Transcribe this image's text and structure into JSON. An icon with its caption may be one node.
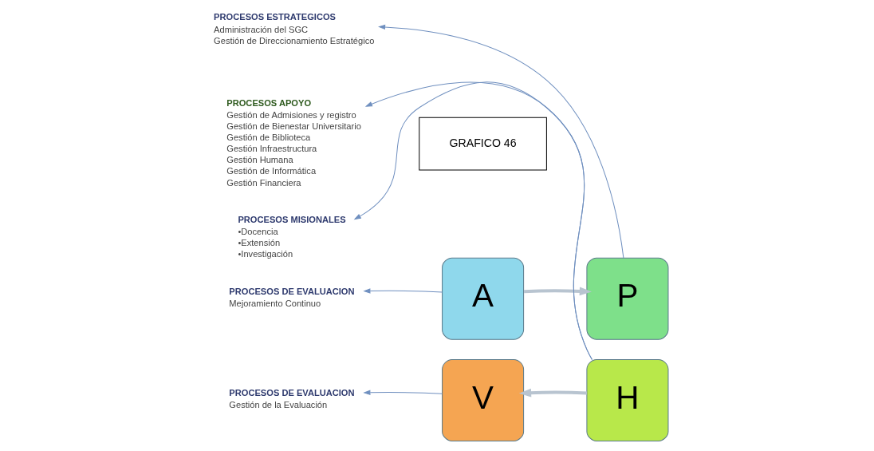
{
  "diagram": {
    "nodes": [
      {
        "text": [
          "A"
        ]
      },
      {
        "text": [
          "P"
        ]
      },
      {
        "text": [
          "V"
        ]
      },
      {
        "text": [
          "H"
        ]
      },
      {
        "text": [
          "PROCESOS DE EVALUACION",
          "Mejoramiento Continuo"
        ]
      },
      {
        "text": [
          "PROCESOS ESTRATEGICOS",
          "Administración del SGC",
          "Gestión de Direccionamiento Estratégico"
        ]
      },
      {
        "text": [
          "PROCESOS MISIONALES",
          "•Docencia",
          "•Extensión",
          "•Investigación"
        ]
      },
      {
        "text": [
          "PROCESOS DE EVALUACION",
          "Gestión de la Evaluación"
        ]
      },
      {
        "text": [
          "PROCESOS APOYO",
          "Gestión de Admisiones y registro",
          "Gestión de Bienestar Universitario",
          "Gestión de Biblioteca",
          "Gestión Infraestructura",
          "Gestión Humana",
          "Gestión de Informática",
          "Gestión Financiera"
        ]
      },
      {
        "text": [
          "GRAFICO 46"
        ]
      }
    ],
    "edges": [
      {
        "from": 0,
        "to": 4,
        "arrow": "to"
      },
      {
        "from": 1,
        "to": 5,
        "arrow": "to"
      },
      {
        "from": 3,
        "to": 6,
        "arrow": "to"
      },
      {
        "from": 2,
        "to": 7,
        "arrow": "to"
      },
      {
        "from": 3,
        "to": 8,
        "arrow": "to"
      },
      {
        "from": 0,
        "to": 1,
        "arrow": "to",
        "style": "thick",
        "color": "#b8c4d0"
      },
      {
        "from": 3,
        "to": 2,
        "arrow": "to",
        "style": "thick",
        "color": "#b8c4d0"
      }
    ]
  }
}
